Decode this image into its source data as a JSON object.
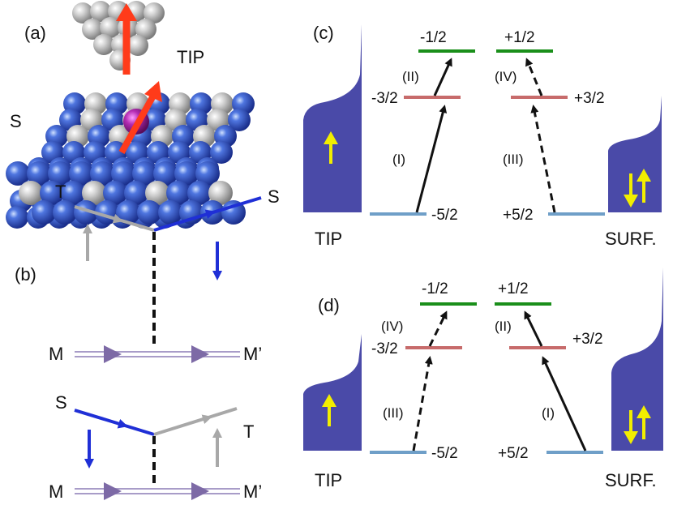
{
  "panel_a": {
    "label": "(a)",
    "tip_label": "TIP",
    "surface_label": "S"
  },
  "panel_b": {
    "label": "(b)",
    "upper": {
      "in_label": "T",
      "out_label": "S",
      "m_in": "M",
      "m_out": "M’"
    },
    "lower": {
      "in_label": "S",
      "out_label": "T",
      "m_in": "M",
      "m_out": "M’"
    }
  },
  "panel_c": {
    "label": "(c)",
    "tip_label": "TIP",
    "surf_label": "SURF.",
    "levels": [
      "-1/2",
      "+1/2",
      "-3/2",
      "+3/2",
      "-5/2",
      "+5/2"
    ],
    "transitions": [
      "(I)",
      "(II)",
      "(III)",
      "(IV)"
    ]
  },
  "panel_d": {
    "label": "(d)",
    "tip_label": "TIP",
    "surf_label": "SURF.",
    "levels": [
      "-1/2",
      "+1/2",
      "-3/2",
      "+3/2",
      "-5/2",
      "+5/2"
    ],
    "transitions": [
      "(IV)",
      "(II)",
      "(III)",
      "(I)"
    ]
  },
  "colors": {
    "dos_fill": "#4a4aa8",
    "spin_arrow": "#f2ee00",
    "level_green": "#1a8f1a",
    "level_red": "#c76b6b",
    "level_blue": "#6f9fc8",
    "electron_blue": "#1f2fd6",
    "electron_gray": "#a8a8a8",
    "magnon_line": "#a89cc8",
    "magnetic_moment": "#ff3b1a",
    "atom_blue": "#3a5fcc",
    "atom_gray": "#c8c8c8",
    "adatom": "#a02aa0"
  }
}
